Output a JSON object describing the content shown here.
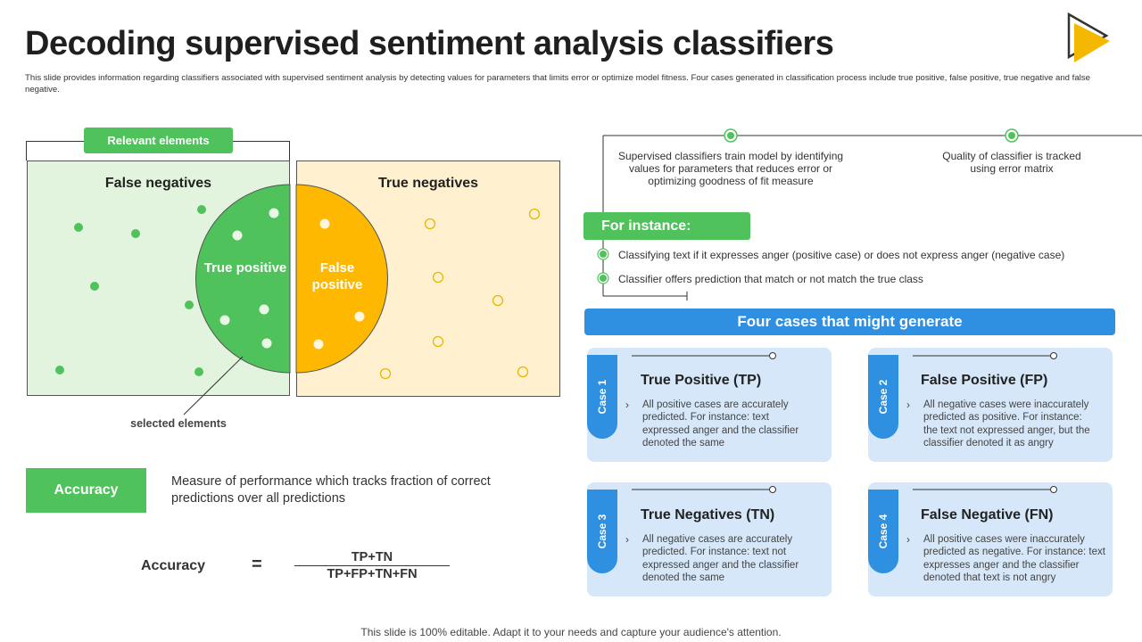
{
  "header": {
    "title": "Decoding supervised sentiment analysis classifiers",
    "subtitle": "This slide provides information regarding classifiers associated with supervised sentiment analysis by detecting values for parameters that limits error or optimize model fitness. Four cases generated in classification process include true positive, false positive, true negative and false negative."
  },
  "logo": {
    "icon": "play-logo-icon",
    "colors": {
      "outline": "#333333",
      "fill": "#f5b800"
    }
  },
  "venn": {
    "relevant_label": "Relevant elements",
    "false_negatives": "False negatives",
    "true_negatives": "True negatives",
    "true_positive": "True positive",
    "false_positive": "False positive",
    "selected_label": "selected elements",
    "colors": {
      "green": "#4fc25c",
      "yellow": "#ffb800",
      "green_bg": "#e2f4dd",
      "yellow_bg": "#fff1cf"
    }
  },
  "accuracy": {
    "box_label": "Accuracy",
    "description": "Measure of performance which tracks fraction of correct predictions over all predictions",
    "formula_label": "Accuracy",
    "equals": "=",
    "numerator": "TP+TN",
    "denominator": "TP+FP+TN+FN"
  },
  "timeline": {
    "items": [
      "Supervised classifiers train model by identifying values for parameters that reduces error or optimizing goodness of fit measure",
      "Quality of classifier is tracked using error matrix"
    ],
    "for_instance": "For instance:",
    "bullets": [
      "Classifying text if it expresses anger (positive case) or does not express anger (negative case)",
      "Classifier offers prediction that match or not match the true class"
    ]
  },
  "cases": {
    "header": "Four cases that might generate",
    "items": [
      {
        "tab": "Case 1",
        "title": "True Positive (TP)",
        "body": "All positive cases are accurately predicted. For instance: text expressed anger and the classifier denoted the same"
      },
      {
        "tab": "Case 2",
        "title": "False Positive (FP)",
        "body": "All negative cases were inaccurately predicted as positive. For instance: the text not expressed anger, but the classifier denoted it as angry"
      },
      {
        "tab": "Case 3",
        "title": "True Negatives (TN)",
        "body": "All negative cases are accurately predicted. For instance: text not expressed anger and the classifier denoted the same"
      },
      {
        "tab": "Case 4",
        "title": "False Negative (FN)",
        "body": "All positive cases were inaccurately predicted as negative. For instance: text expresses anger and the classifier denoted that text is not angry"
      }
    ],
    "accent_color": "#2f8fe0",
    "card_bg": "#d5e7f8"
  },
  "footer": "This slide is 100% editable. Adapt it to your needs and capture your audience's attention."
}
